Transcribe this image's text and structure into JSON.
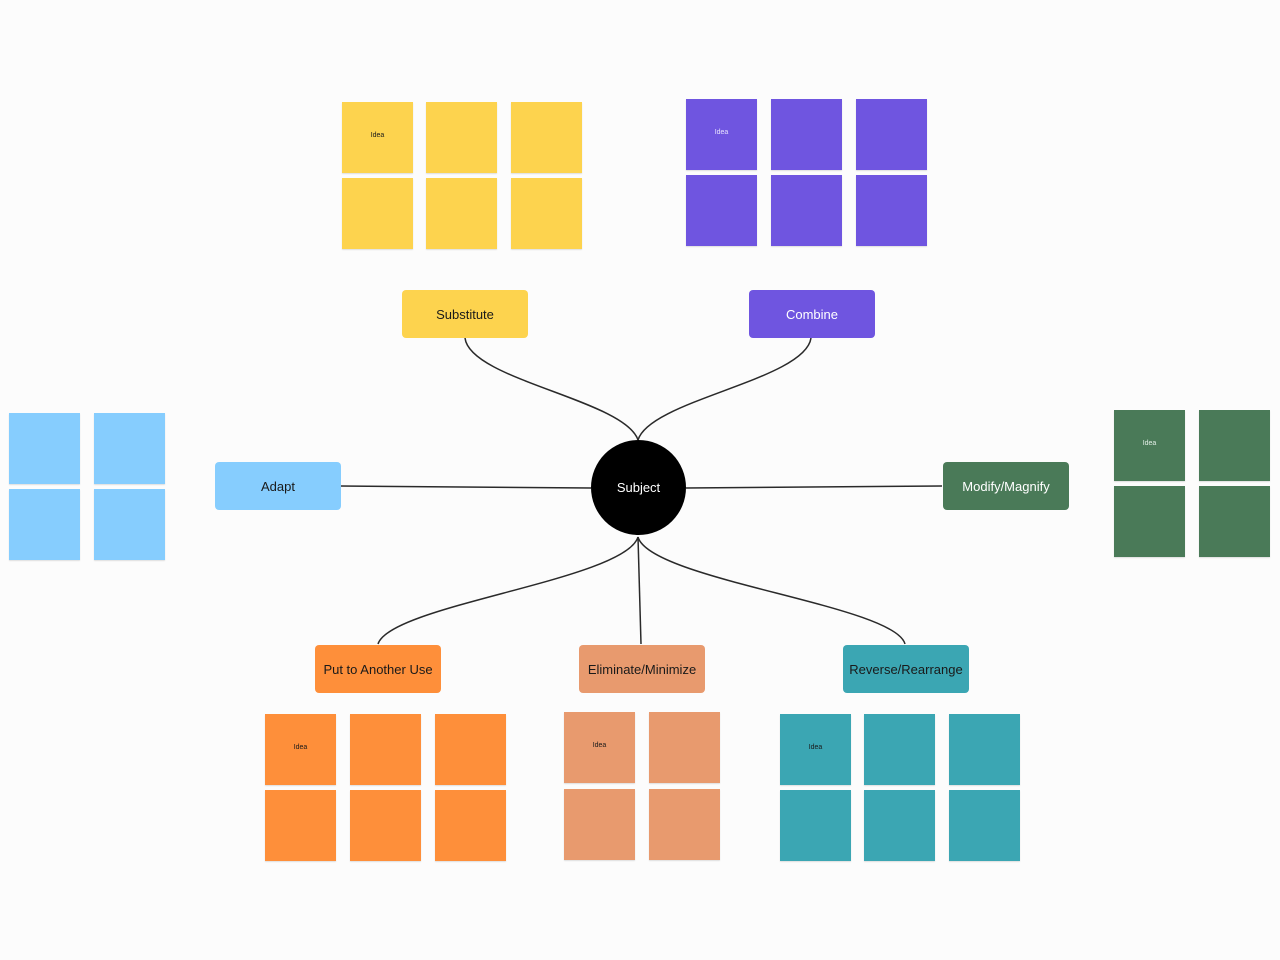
{
  "subject": {
    "label": "Subject"
  },
  "colors": {
    "substitute": "#fdd34e",
    "combine": "#6f55e0",
    "adapt": "#86cdfe",
    "modify": "#4a7a58",
    "put_to_another_use": "#fe8f3a",
    "eliminate": "#e89a6e",
    "reverse": "#3ba6b3",
    "connector": "#2a2a2a"
  },
  "branches": [
    {
      "id": "substitute",
      "label": "Substitute",
      "color": "#fdd34e",
      "text_color": "#1a1a1a",
      "notes": [
        "Idea",
        "",
        "",
        "",
        "",
        ""
      ]
    },
    {
      "id": "combine",
      "label": "Combine",
      "color": "#6f55e0",
      "text_color": "#ffffff",
      "notes": [
        "Idea",
        "",
        "",
        "",
        "",
        ""
      ]
    },
    {
      "id": "adapt",
      "label": "Adapt",
      "color": "#86cdfe",
      "text_color": "#1a1a1a",
      "notes": [
        "",
        "",
        "",
        ""
      ]
    },
    {
      "id": "modify",
      "label": "Modify/Magnify",
      "color": "#4a7a58",
      "text_color": "#ffffff",
      "notes": [
        "Idea",
        "",
        "",
        ""
      ]
    },
    {
      "id": "put-to-another-use",
      "label": "Put to Another Use",
      "color": "#fe8f3a",
      "text_color": "#1a1a1a",
      "notes": [
        "Idea",
        "",
        "",
        "",
        "",
        ""
      ]
    },
    {
      "id": "eliminate",
      "label": "Eliminate/Minimize",
      "color": "#e89a6e",
      "text_color": "#1a1a1a",
      "notes": [
        "Idea",
        "",
        "",
        ""
      ]
    },
    {
      "id": "reverse",
      "label": "Reverse/Rearrange",
      "color": "#3ba6b3",
      "text_color": "#1a1a1a",
      "notes": [
        "Idea",
        "",
        "",
        "",
        "",
        ""
      ]
    }
  ]
}
